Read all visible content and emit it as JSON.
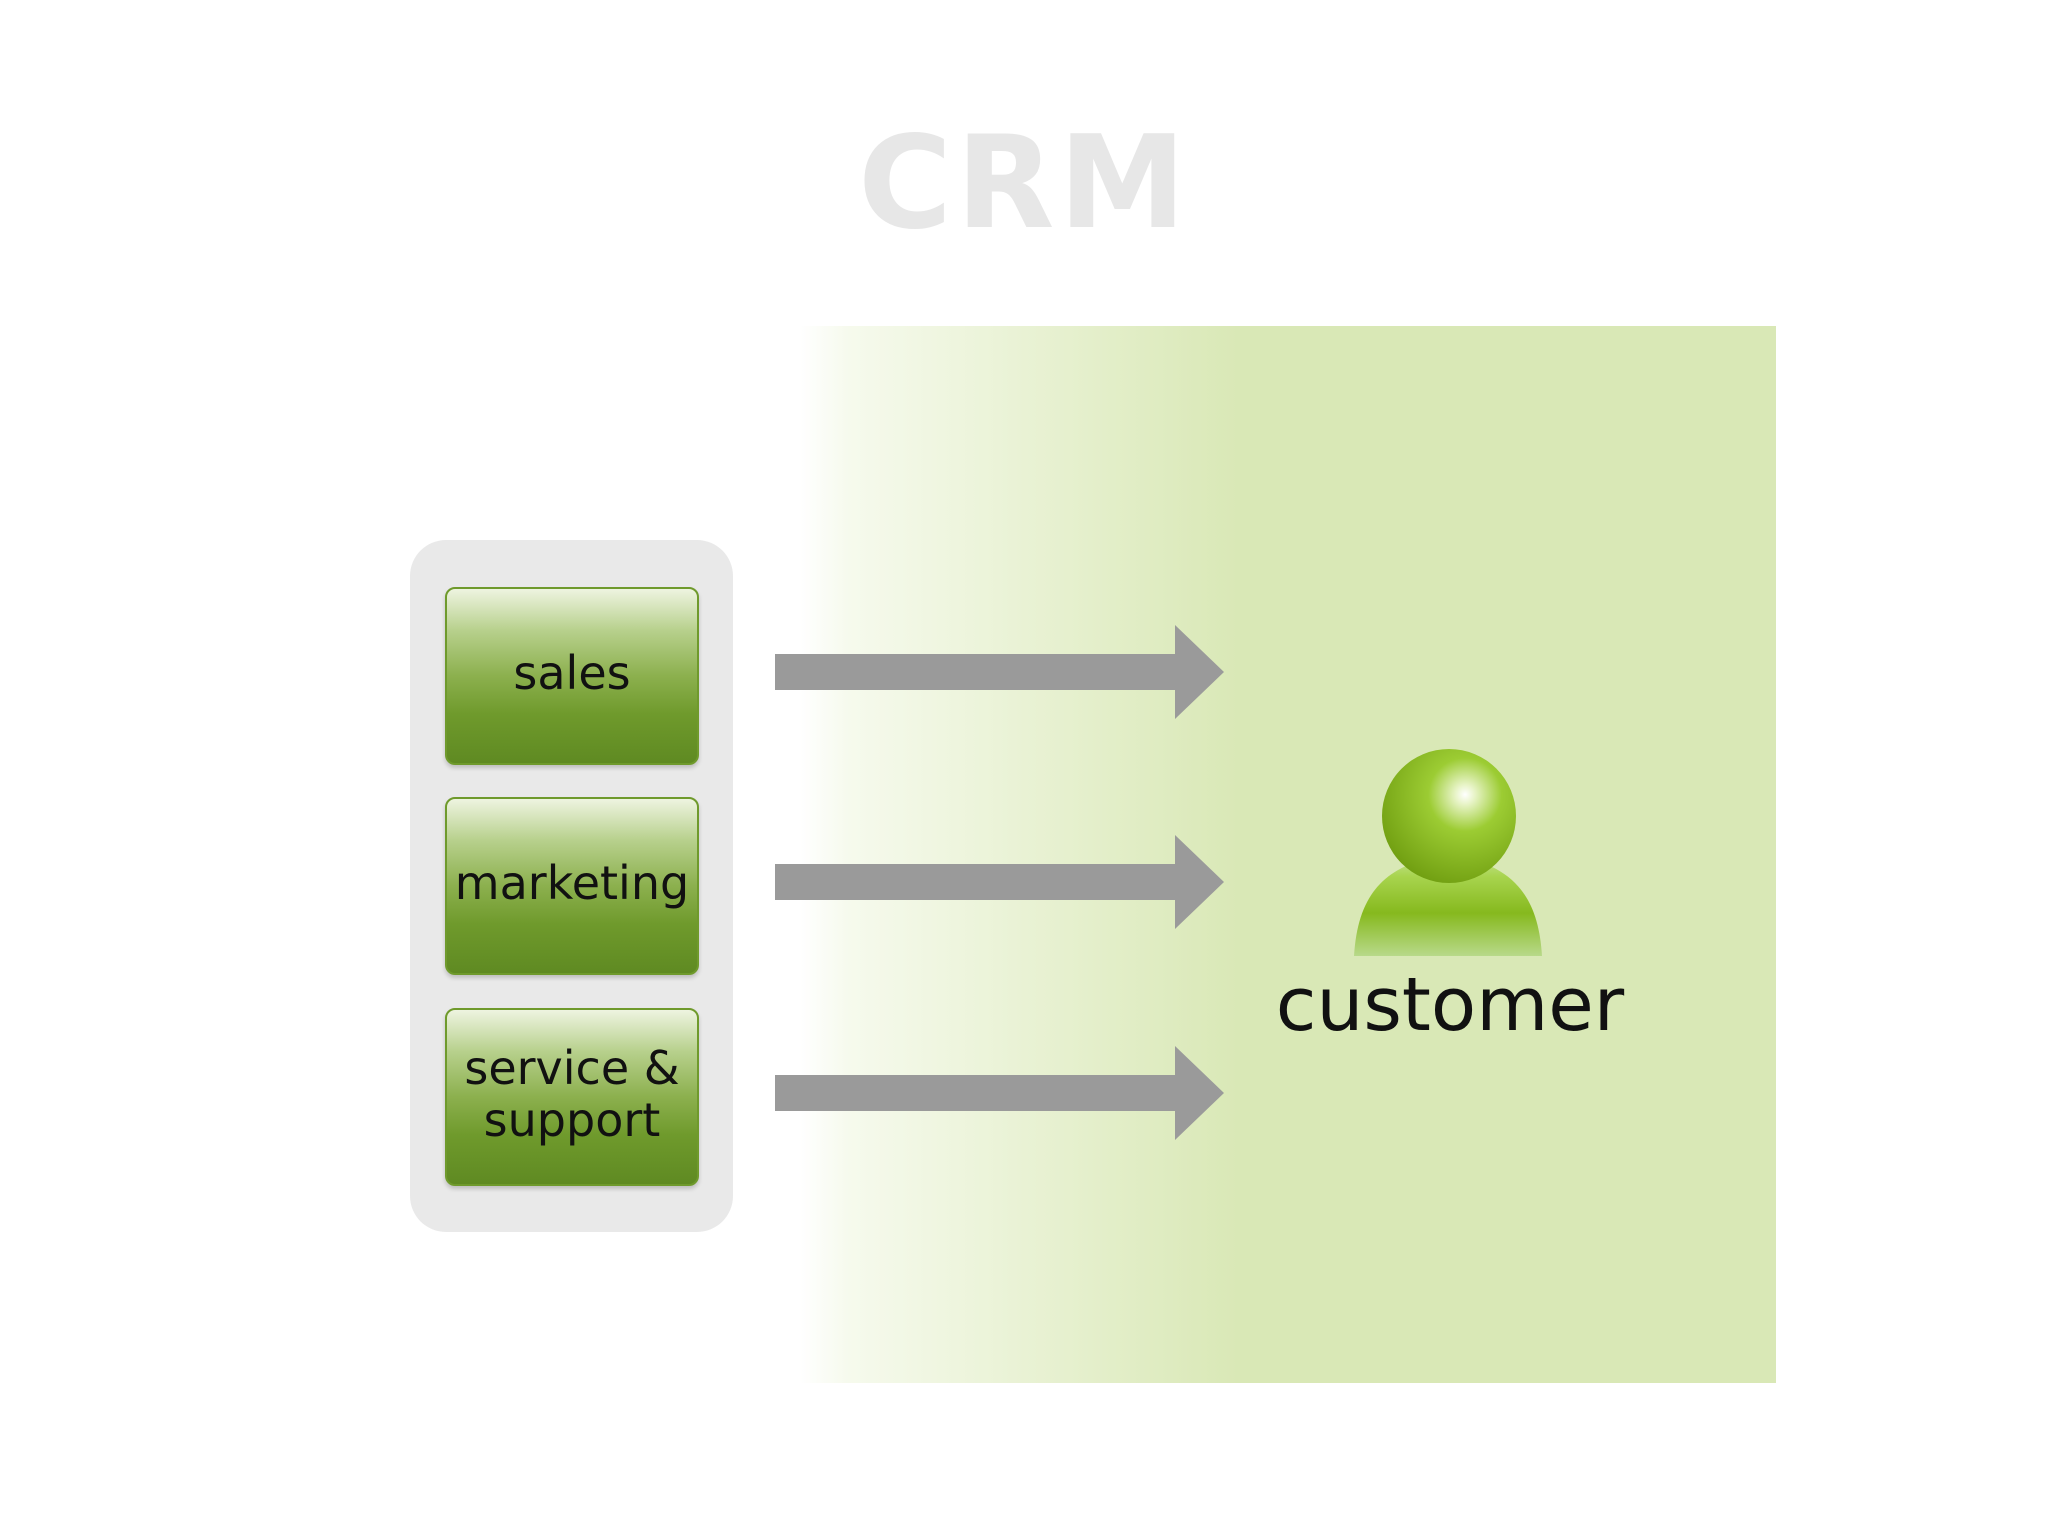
{
  "diagram": {
    "title": "CRM",
    "departments": [
      {
        "label": "sales"
      },
      {
        "label": "marketing"
      },
      {
        "label": "service &\nsupport"
      }
    ],
    "target": {
      "label": "customer"
    }
  },
  "colors": {
    "title": "#e7e7e7",
    "field_light": "#f6faed",
    "field": "#d9e8b6",
    "panel": "#e9e9e9",
    "box_green": "#6f9a2c",
    "arrow": "#9a9a9a",
    "icon_green": "#87ba1f",
    "text": "#111111"
  },
  "icons": {
    "customer": "person-icon"
  }
}
